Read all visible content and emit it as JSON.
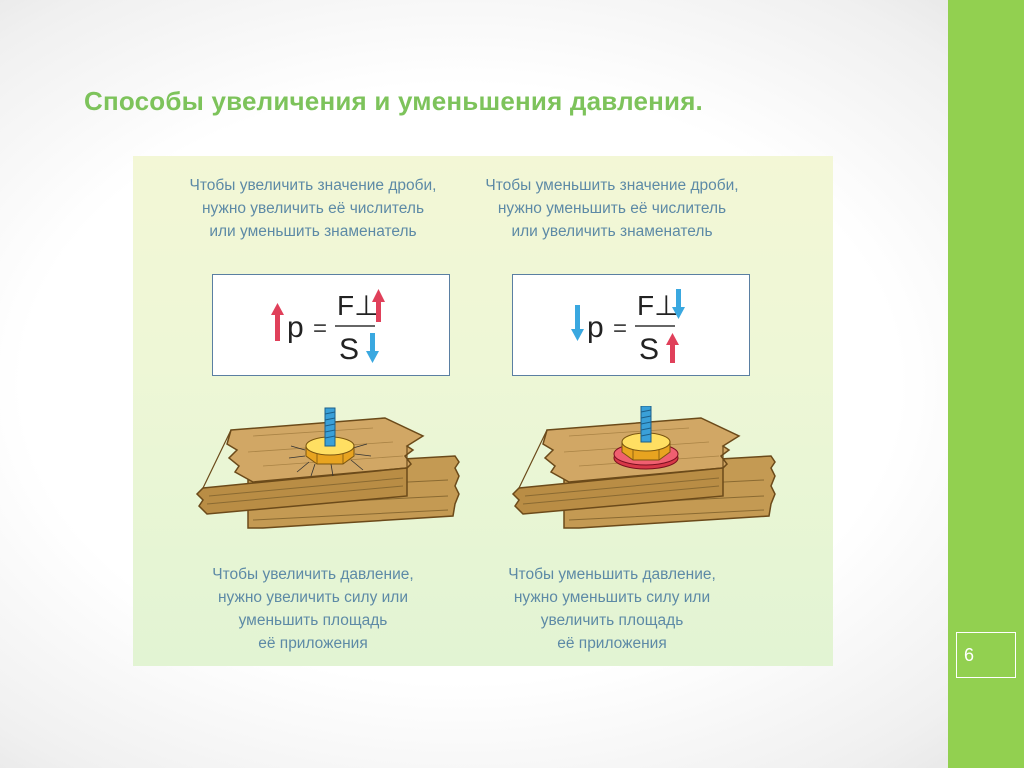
{
  "slide": {
    "title": "Способы увеличения и уменьшения давления.",
    "page_number": "6"
  },
  "left": {
    "rule_lines": [
      "Чтобы увеличить значение дроби,",
      "нужно увеличить её числитель",
      "или уменьшить знаменатель"
    ],
    "formula": {
      "lhs": "p",
      "eq": "=",
      "numerator": "F⊥",
      "denominator": "S"
    },
    "caption_lines": [
      "Чтобы увеличить давление,",
      "нужно увеличить силу или",
      "уменьшить площадь",
      "её приложения"
    ]
  },
  "right": {
    "rule_lines": [
      "Чтобы уменьшить значение дроби,",
      "нужно уменьшить её числитель",
      "или увеличить знаменатель"
    ],
    "formula": {
      "lhs": "p",
      "eq": "=",
      "numerator": "F⊥",
      "denominator": "S"
    },
    "caption_lines": [
      "Чтобы уменьшить давление,",
      "нужно уменьшить силу или",
      "увеличить площадь",
      "её приложения"
    ]
  },
  "colors": {
    "accent_green": "#92d050",
    "title_green": "#7dc35b",
    "caption_blue": "#5d8aa6",
    "arrow_up_red": "#e0405a",
    "arrow_down_blue": "#3aa8e0"
  }
}
